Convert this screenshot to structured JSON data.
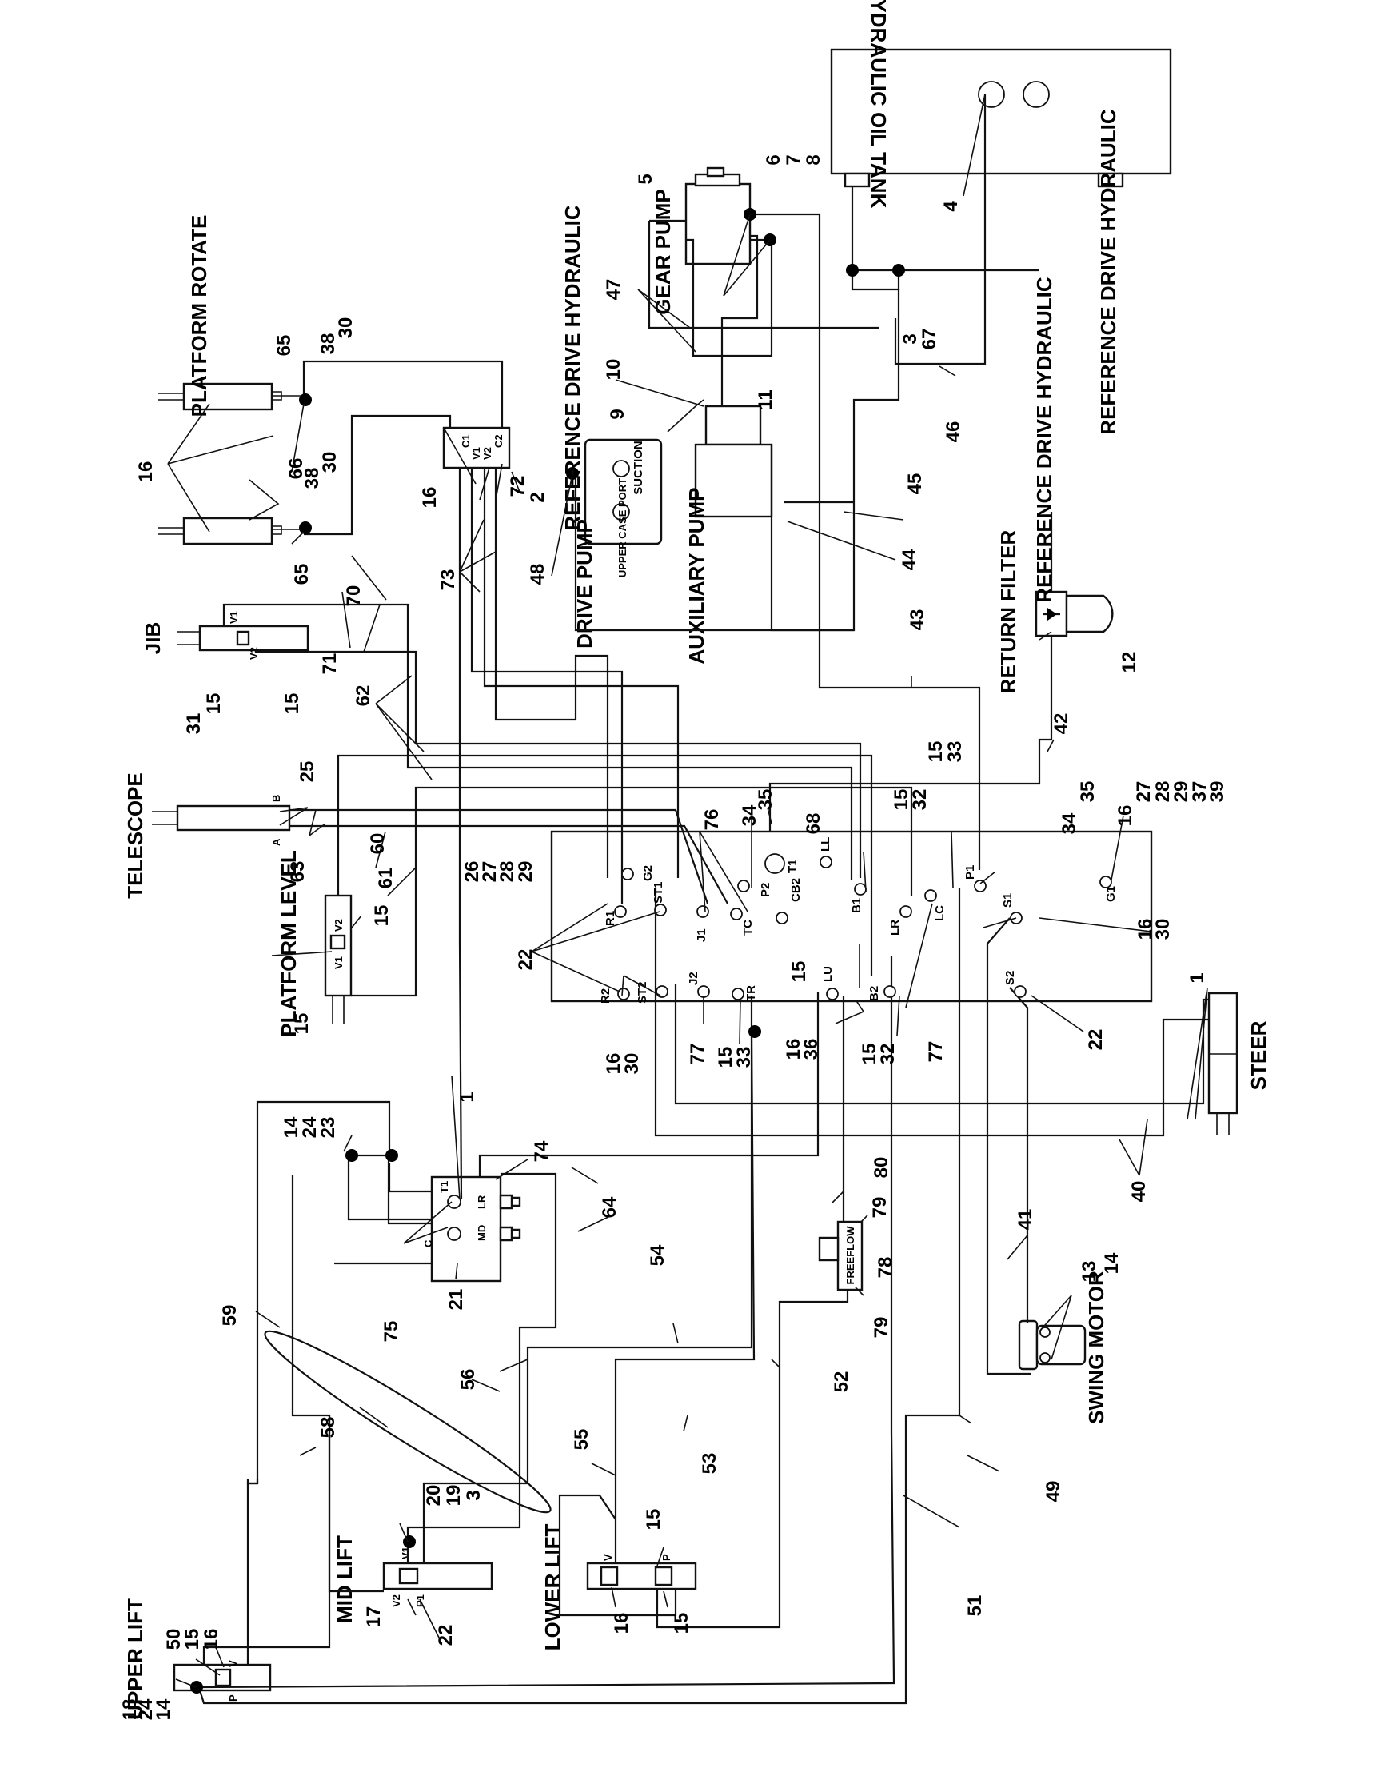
{
  "tank": {
    "title": "HYDRAULIC OIL TANK"
  },
  "gear_pump": {
    "title": "GEAR PUMP"
  },
  "aux_pump": {
    "title": "AUXILIARY PUMP"
  },
  "drive_pump": {
    "title": "DRIVE PUMP",
    "ports": [
      "SUCTION",
      "UPPER CASE PORT"
    ]
  },
  "return_filter": {
    "title": "RETURN FILTER"
  },
  "refs": {
    "a": "REFERENCE DRIVE HYDRAULIC",
    "b": "REFERENCE DRIVE HYDRAULIC",
    "c": "REFERENCE DRIVE HYDRAULIC"
  },
  "components": {
    "platform_rotate": "PLATFORM ROTATE",
    "jib": "JIB",
    "telescope": "TELESCOPE",
    "platform_level": "PLATFORM LEVEL",
    "steer": "STEER",
    "swing_motor": "SWING MOTOR",
    "mid_lift": "MID LIFT",
    "lower_lift": "LOWER LIFT",
    "upper_lift": "UPPER LIFT",
    "freeflow": "FREEFLOW"
  },
  "manifold_ports": [
    "G2",
    "R1",
    "ST1",
    "J1",
    "TC",
    "P2",
    "T1",
    "LL",
    "CB2",
    "B1",
    "LC",
    "LR",
    "P1",
    "S1",
    "G1",
    "R2",
    "ST2",
    "J2",
    "TR",
    "LU",
    "B2",
    "S2"
  ],
  "valve_ports": [
    "C1",
    "V1",
    "V2",
    "C2",
    "T1",
    "LR",
    "MD",
    "C"
  ],
  "cyl_ports": [
    "V1",
    "V2",
    "A",
    "B",
    "V",
    "P",
    "P1"
  ],
  "callouts": {
    "c1": "1",
    "c2": "2",
    "c3": "3",
    "c4": "4",
    "c5": "5",
    "c6": "6",
    "c7": "7",
    "c8": "8",
    "c9": "9",
    "c10": "10",
    "c11": "11",
    "c12": "12",
    "c13": "13",
    "c14": "14",
    "c15": "15",
    "c16": "16",
    "c17": "17",
    "c18": "18",
    "c19": "19",
    "c20": "20",
    "c21": "21",
    "c22": "22",
    "c23": "23",
    "c24": "24",
    "c25": "25",
    "c26": "26",
    "c27": "27",
    "c28": "28",
    "c29": "29",
    "c30": "30",
    "c31": "31",
    "c32": "32",
    "c33": "33",
    "c34": "34",
    "c35": "35",
    "c36": "36",
    "c37": "37",
    "c38": "38",
    "c39": "39",
    "c40": "40",
    "c41": "41",
    "c42": "42",
    "c43": "43",
    "c44": "44",
    "c45": "45",
    "c46": "46",
    "c47": "47",
    "c48": "48",
    "c49": "49",
    "c50": "50",
    "c51": "51",
    "c52": "52",
    "c53": "53",
    "c54": "54",
    "c55": "55",
    "c56": "56",
    "c58": "58",
    "c59": "59",
    "c60": "60",
    "c61": "61",
    "c62": "62",
    "c63": "63",
    "c64": "64",
    "c65": "65",
    "c66": "66",
    "c67": "67",
    "c68": "68",
    "c70": "70",
    "c71": "71",
    "c72": "72",
    "c73": "73",
    "c74": "74",
    "c75": "75",
    "c76": "76",
    "c77": "77",
    "c78": "78",
    "c79": "79",
    "c80": "80"
  }
}
